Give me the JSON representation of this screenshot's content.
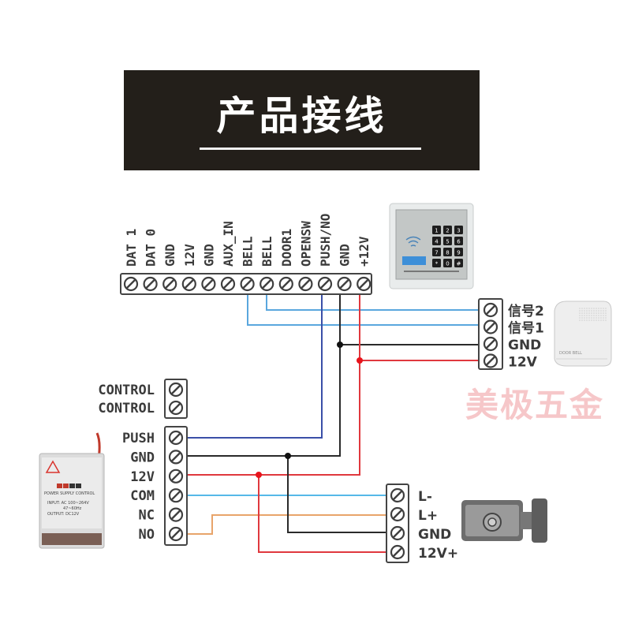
{
  "banner": {
    "title": "产品接线"
  },
  "controller": {
    "terminals": [
      "DAT 1",
      "DAT 0",
      "GND",
      "12V",
      "GND",
      "AUX_IN",
      "BELL",
      "BELL",
      "DOOR1",
      "OPENSW",
      "PUSH/NO",
      "GND",
      "+12V"
    ],
    "device": "keypad-access-controller",
    "keypad_keys": [
      "1",
      "2",
      "3",
      "4",
      "5",
      "6",
      "7",
      "8",
      "9",
      "*",
      "0",
      "#"
    ]
  },
  "doorbell": {
    "terminals": [
      "信号2",
      "信号1",
      "GND",
      "12V"
    ],
    "device_label": "DOOR BELL"
  },
  "power_supply": {
    "control_terminals": [
      "CONTROL",
      "CONTROL"
    ],
    "terminals": [
      "PUSH",
      "GND",
      "12V",
      "COM",
      "NC",
      "NO"
    ],
    "device_text": [
      "POWER SUPPLY CONTROL",
      "INPUT: AC 100~264V",
      "47~60Hz",
      "OUTPUT: DC12V"
    ]
  },
  "lock": {
    "terminals": [
      "L-",
      "L+",
      "GND",
      "12V+"
    ],
    "device": "electric-rim-lock"
  },
  "watermark": "美极五金",
  "wire_colors": {
    "signal_light_blue": "#5aa7de",
    "push_blue": "#3a4fa8",
    "ground_black": "#2a2a2a",
    "power_red": "#e0383e",
    "no_orange": "#e8a46a",
    "com_cyan": "#56b8e8"
  }
}
